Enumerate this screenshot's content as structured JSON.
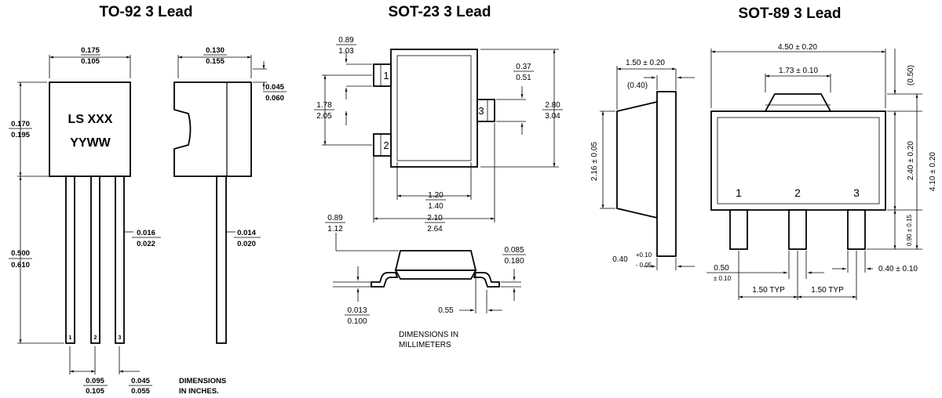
{
  "titles": {
    "to92": "TO-92 3 Lead",
    "sot23": "SOT-23 3 Lead",
    "sot89": "SOT-89 3 Lead"
  },
  "to92": {
    "marking_line1": "LS XXX",
    "marking_line2": "YYWW",
    "width_top": "0.175",
    "width_bot": "0.105",
    "height_top": "0.170",
    "height_bot": "0.195",
    "lead_len_top": "0.500",
    "lead_len_bot": "0.610",
    "lead_w_top": "0.016",
    "lead_w_bot": "0.022",
    "side_w_top": "0.130",
    "side_w_bot": "0.155",
    "side_lead_top": "0.014",
    "side_lead_bot": "0.020",
    "step_top": "0.045",
    "step_bot": "0.060",
    "pitch_top": "0.095",
    "pitch_bot": "0.105",
    "edge_top": "0.045",
    "edge_bot": "0.055",
    "pin1": "1",
    "pin2": "2",
    "pin3": "3",
    "units_line1": "DIMENSIONS",
    "units_line2": "IN INCHES."
  },
  "sot23": {
    "pad_top": "0.89",
    "pad_bot": "1.03",
    "pitch_top": "1.78",
    "pitch_bot": "2.05",
    "lead3_top": "0.37",
    "lead3_bot": "0.51",
    "height_top": "2.80",
    "height_bot": "3.04",
    "body_top": "1.20",
    "body_bot": "1.40",
    "total_top": "2.10",
    "total_bot": "2.64",
    "side_h_top": "0.89",
    "side_h_bot": "1.12",
    "lead_t_top": "0.085",
    "lead_t_bot": "0.180",
    "standoff_top": "0.013",
    "standoff_bot": "0.100",
    "foot": "0.55",
    "pin1": "1",
    "pin2": "2",
    "pin3": "3",
    "units_line1": "DIMENSIONS IN",
    "units_line2": "MILLIMETERS"
  },
  "sot89": {
    "width": "4.50 ± 0.20",
    "tab": "1.73 ± 0.10",
    "side_top": "1.50 ± 0.20",
    "side_ref": "(0.40)",
    "side_h": "2.16 ± 0.05",
    "body_h": "2.40 ± 0.20",
    "total_h": "4.10 ± 0.20",
    "ref_top": "(0.50)",
    "lead_len": "0.90 ± 0.15",
    "lead_t_main": "0.40",
    "lead_t_plus": "+0.10",
    "lead_t_minus": "- 0.05",
    "lead_w_main": "0.50",
    "lead_w_tol": "± 0.10",
    "pitch1": "1.50 TYP",
    "pitch2": "1.50 TYP",
    "lead3_w": "0.40 ± 0.10",
    "pin1": "1",
    "pin2": "2",
    "pin3": "3"
  }
}
